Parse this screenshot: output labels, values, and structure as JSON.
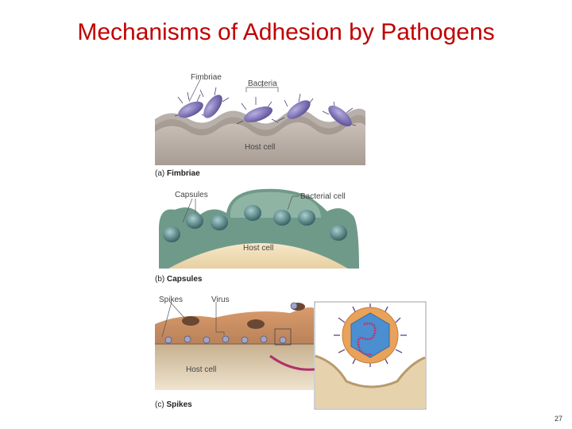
{
  "slide": {
    "title": "Mechanisms of Adhesion by Pathogens",
    "page_number": "27"
  },
  "figure": {
    "panel_a": {
      "label_prefix": "(a) ",
      "label_bold": "Fimbriae",
      "callouts": {
        "fimbriae": "Fimbriae",
        "bacteria": "Bacteria",
        "host_cell": "Host cell"
      }
    },
    "panel_b": {
      "label_prefix": "(b) ",
      "label_bold": "Capsules",
      "callouts": {
        "capsules": "Capsules",
        "bacterial_cell": "Bacterial cell",
        "host_cell": "Host cell"
      }
    },
    "panel_c": {
      "label_prefix": "(c) ",
      "label_bold": "Spikes",
      "callouts": {
        "spikes": "Spikes",
        "virus": "Virus",
        "host_cell": "Host cell"
      }
    }
  },
  "colors": {
    "title": "#c00000",
    "bacteria": "#7a6cb0",
    "capsule_green": "#6f9a8a",
    "host_tan": "#efd9b0",
    "virus_orange": "#e8a25a",
    "virus_blue": "#4b8fd0",
    "arrow_magenta": "#b0306a"
  }
}
